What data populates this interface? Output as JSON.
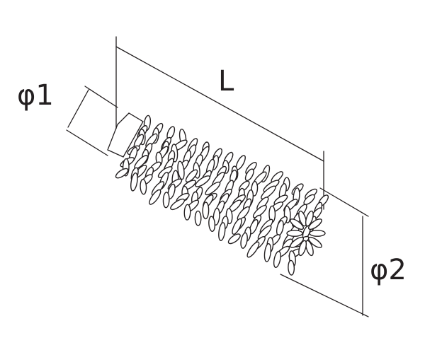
{
  "diagram": {
    "labels": {
      "length": "L",
      "diameter_1": "φ1",
      "diameter_2": "φ2"
    },
    "colors": {
      "ink": "#231f20",
      "background": "#ffffff"
    }
  }
}
